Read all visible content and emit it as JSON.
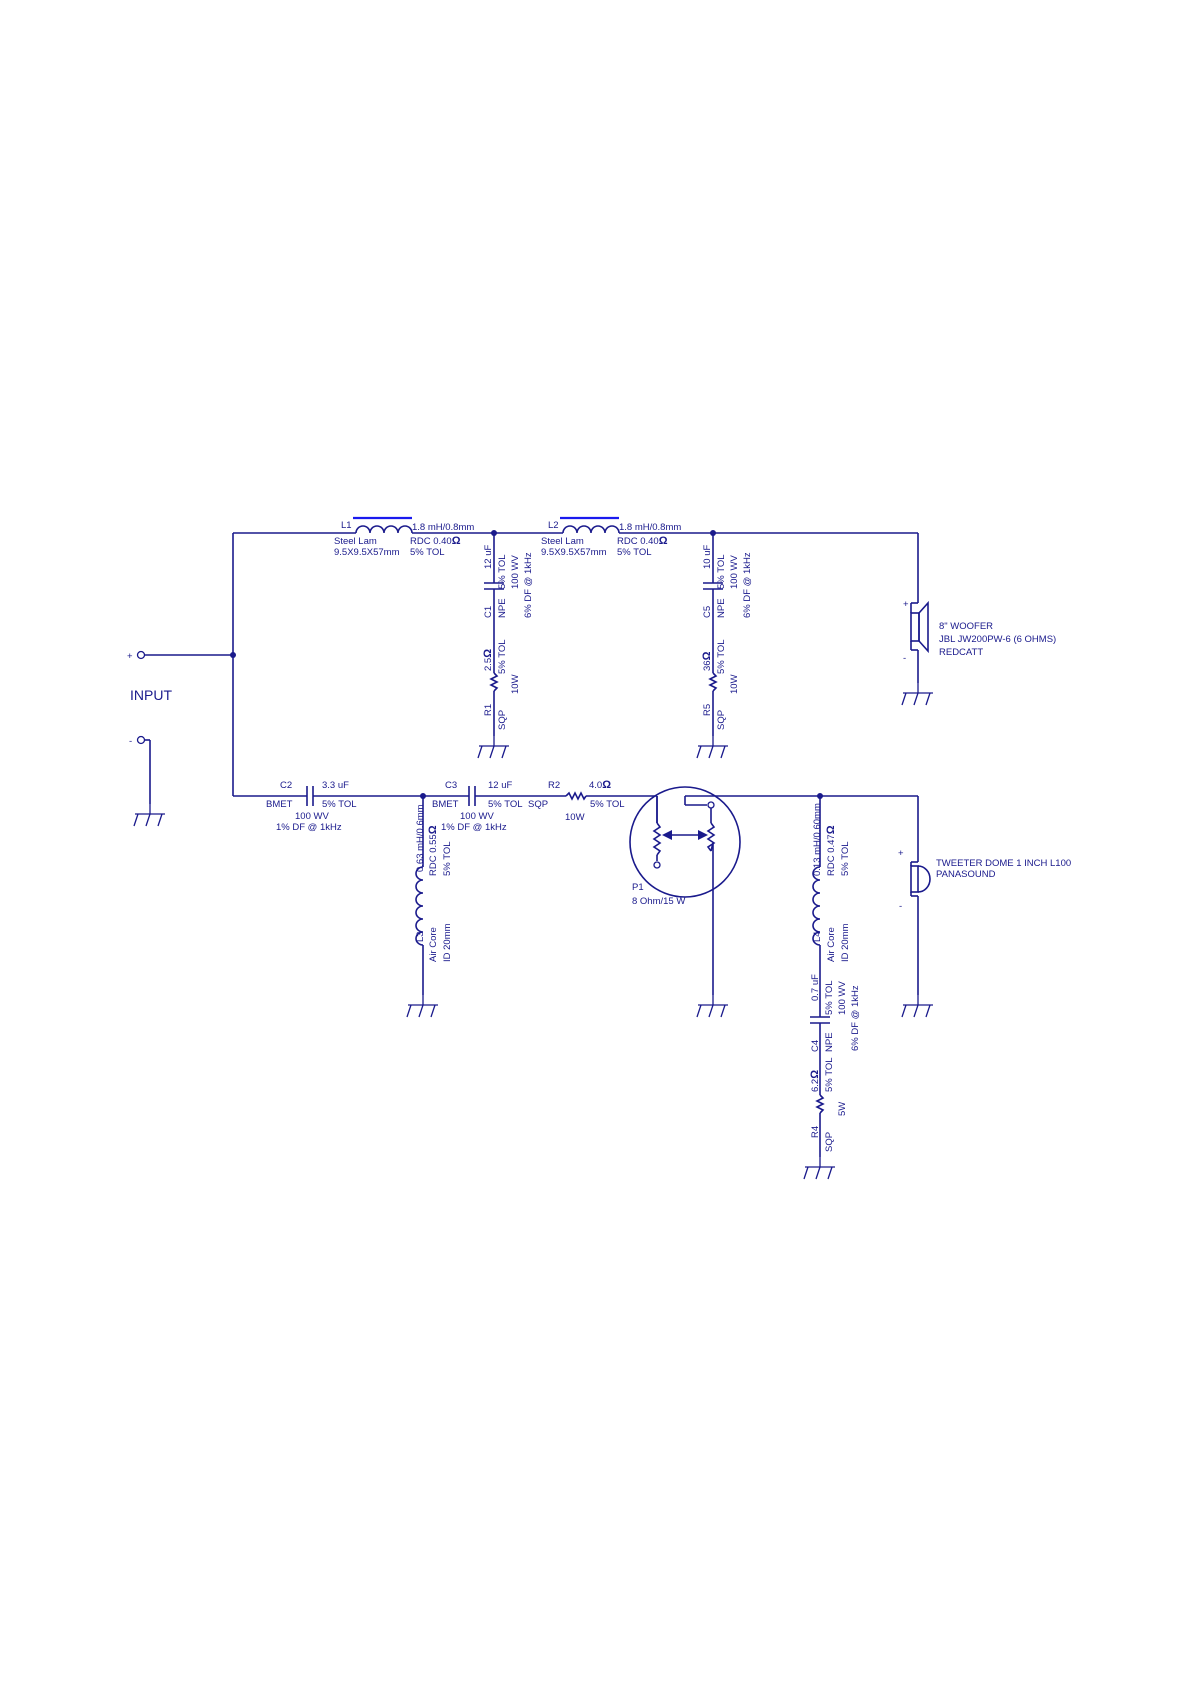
{
  "input": {
    "plus": "+",
    "minus": "-",
    "label": "INPUT"
  },
  "L1": {
    "ref": "L1",
    "value": "1.8 mH/0.8mm",
    "core": "Steel Lam",
    "size": "9.5X9.5X57mm",
    "rdc": "RDC 0.40",
    "tol": "5% TOL"
  },
  "L2": {
    "ref": "L2",
    "value": "1.8 mH/0.8mm",
    "core": "Steel Lam",
    "size": "9.5X9.5X57mm",
    "rdc": "RDC 0.40",
    "tol": "5% TOL"
  },
  "C1": {
    "ref": "C1",
    "value": "12 uF",
    "tol": "5% TOL",
    "type": "NPE",
    "wv": "100 WV",
    "df": "6% DF @ 1kHz"
  },
  "R1": {
    "ref": "R1",
    "value": "2.5",
    "tol": "5% TOL",
    "type": "SQP",
    "watt": "10W"
  },
  "C5": {
    "ref": "C5",
    "value": "10 uF",
    "tol": "5% TOL",
    "type": "NPE",
    "wv": "100 WV",
    "df": "6% DF @ 1kHz"
  },
  "R5": {
    "ref": "R5",
    "value": "36",
    "tol": "5% TOL",
    "type": "SQP",
    "watt": "10W"
  },
  "woofer": {
    "plus": "+",
    "minus": "-",
    "line1": "8\" WOOFER",
    "line2": "JBL JW200PW-6 (6 OHMS)",
    "line3": "REDCATT"
  },
  "C2": {
    "ref": "C2",
    "value": "3.3 uF",
    "type": "BMET",
    "tol": "5% TOL",
    "wv": "100 WV",
    "df": "1% DF @ 1kHz"
  },
  "C3": {
    "ref": "C3",
    "value": "12 uF",
    "type": "BMET",
    "tol": "5% TOL",
    "wv": "100 WV",
    "df": "1% DF @ 1kHz"
  },
  "R2": {
    "ref": "R2",
    "value": "4.0",
    "type": "SQP",
    "tol": "5% TOL",
    "watt": "10W"
  },
  "L3": {
    "ref": "L3",
    "value": "0.63 mH/0.6mm",
    "rdc": "RDC 0.55",
    "tol": "5% TOL",
    "core": "Air Core",
    "id": "ID 20mm"
  },
  "P1": {
    "ref": "P1",
    "value": "8 Ohm/15 W"
  },
  "L4": {
    "ref": "L4",
    "value": "0.13 mH/0.60mm",
    "rdc": "RDC 0.47",
    "tol": "5% TOL",
    "core": "Air Core",
    "id": "ID 20mm"
  },
  "C4": {
    "ref": "C4",
    "value": "0.7 uF",
    "tol": "5% TOL",
    "type": "NPE",
    "wv": "100 WV",
    "df": "6% DF @ 1kHz"
  },
  "R4": {
    "ref": "R4",
    "value": "6.2",
    "tol": "5% TOL",
    "type": "SQP",
    "watt": "5W"
  },
  "tweeter": {
    "plus": "+",
    "minus": "-",
    "line1": "TWEETER DOME 1 INCH L100",
    "line2": "PANASOUND"
  },
  "omega": "Ω"
}
